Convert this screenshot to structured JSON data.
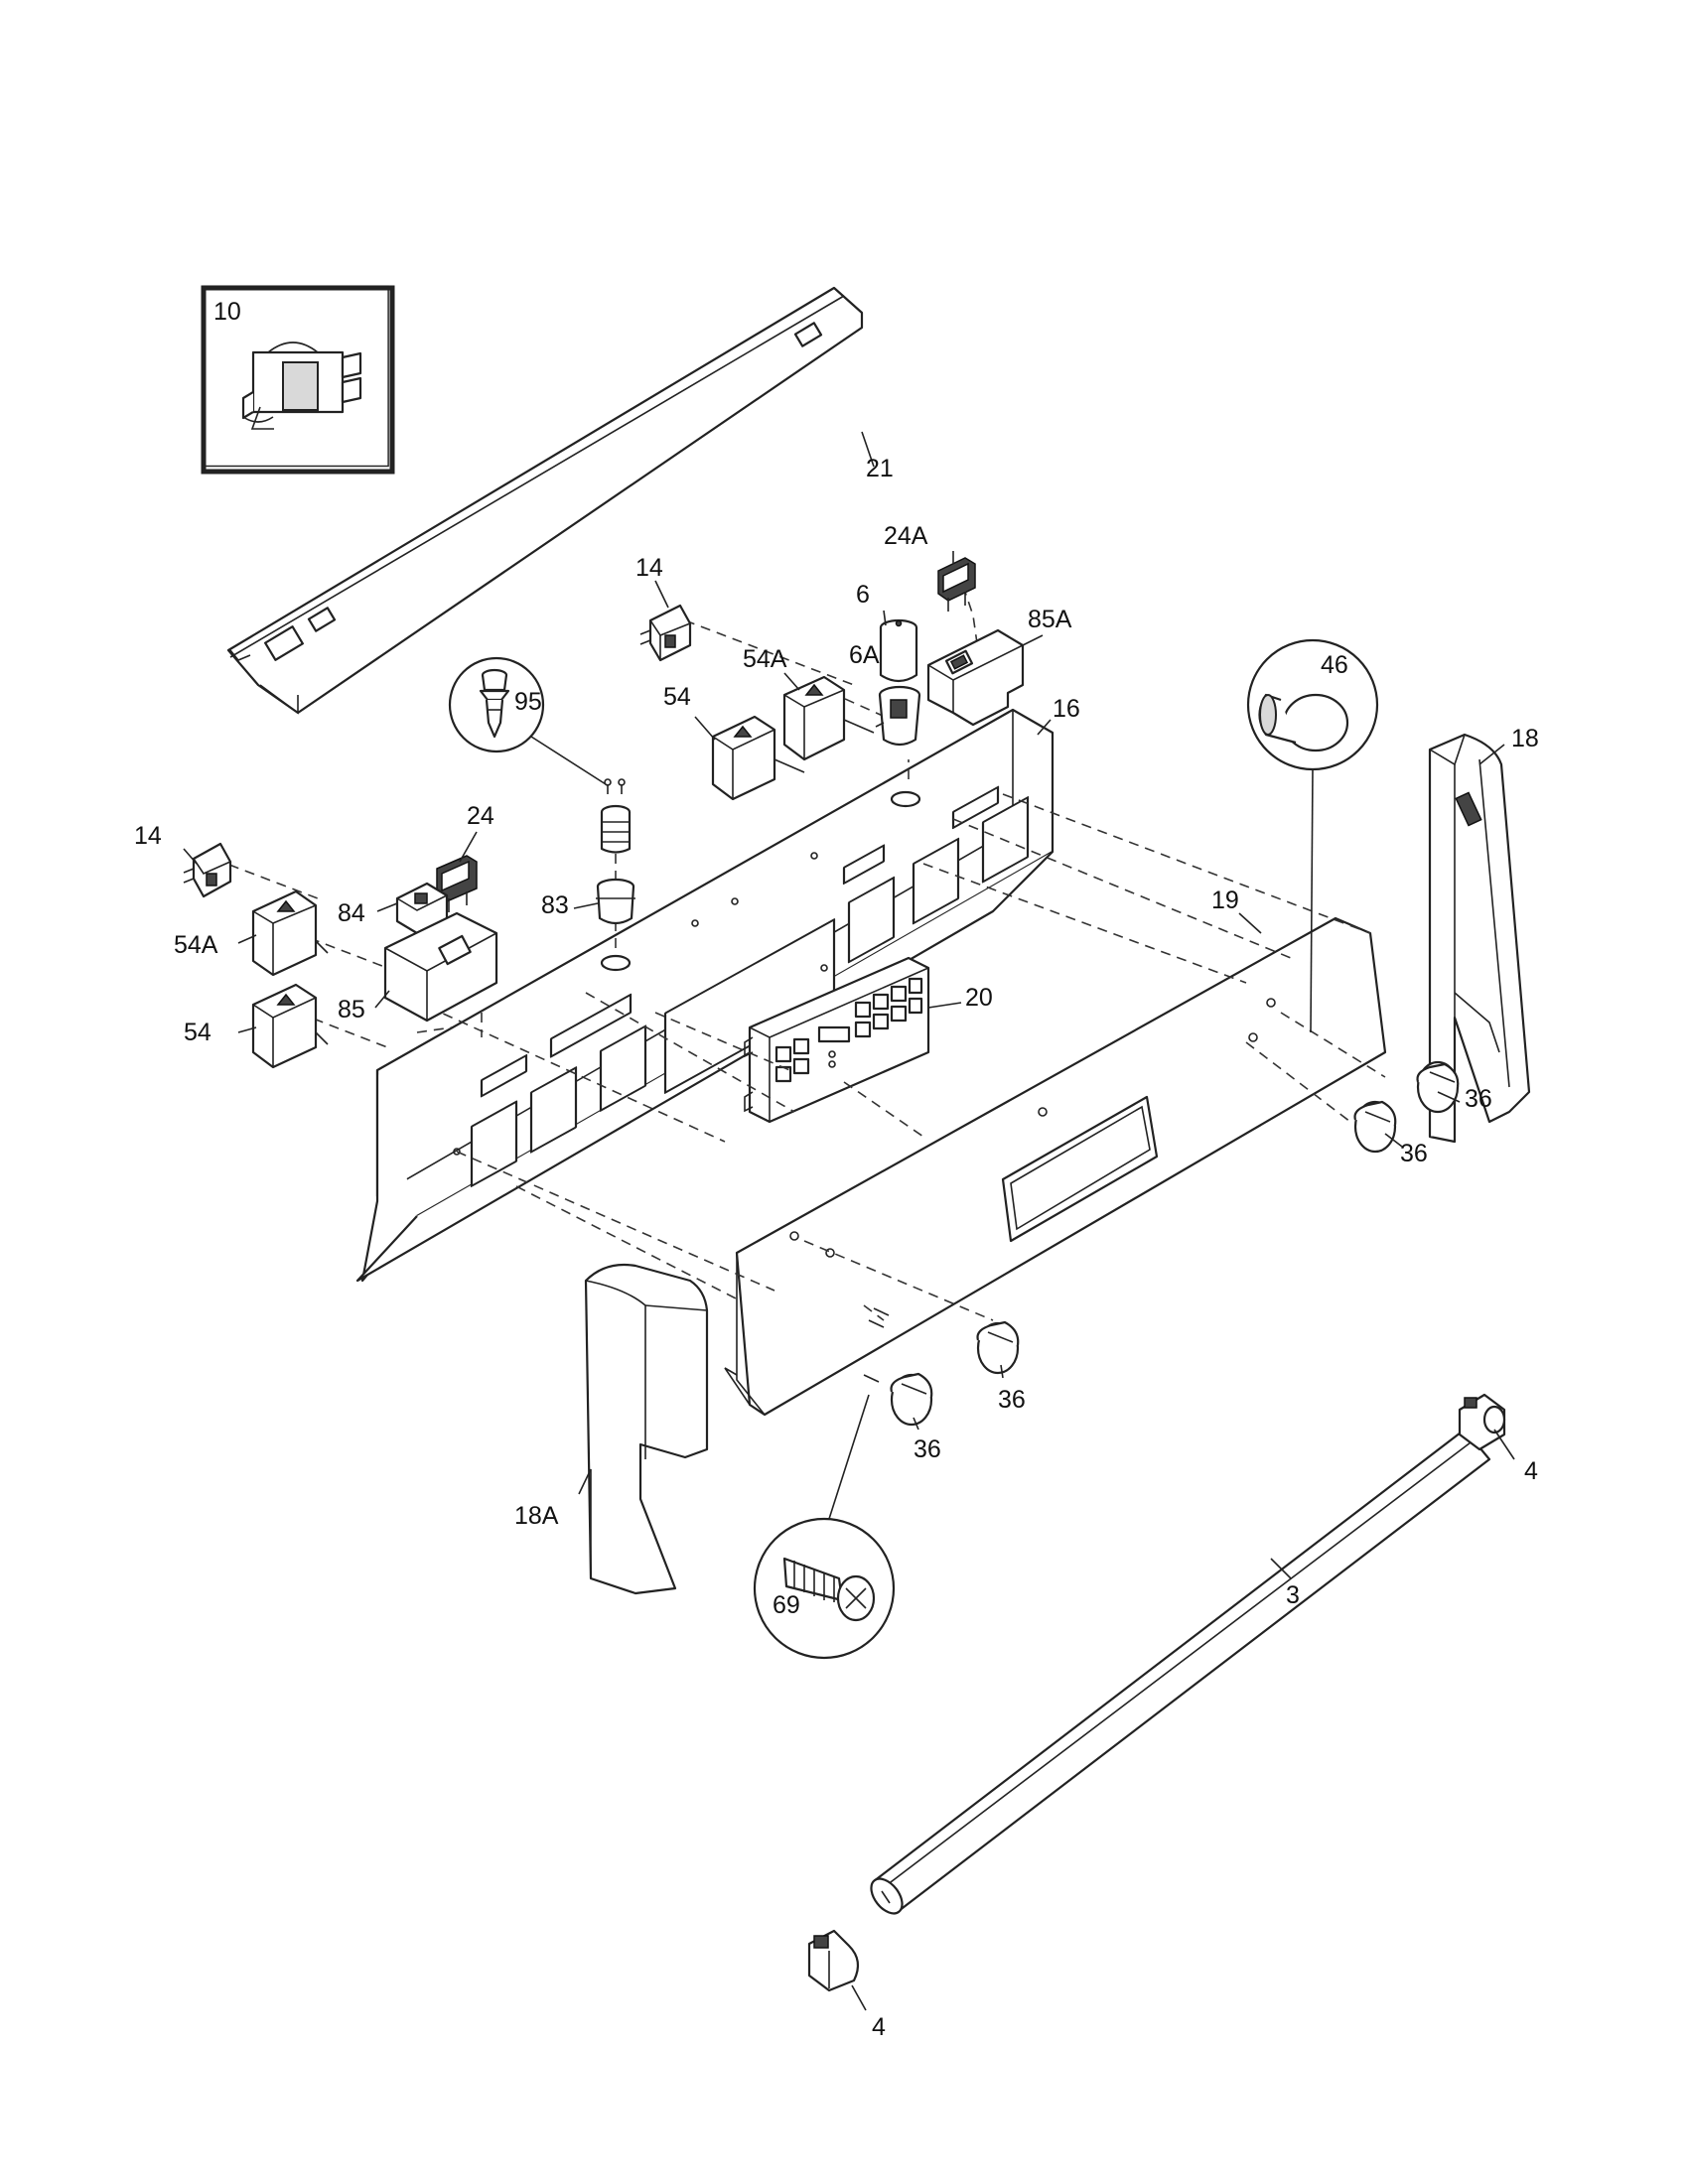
{
  "diagram": {
    "callouts": {
      "p10": "10",
      "p21": "21",
      "p14a": "14",
      "p14b": "14",
      "p24": "24",
      "p24A": "24A",
      "p6": "6",
      "p6A": "6A",
      "p85A": "85A",
      "p54Aa": "54A",
      "p54Ab": "54A",
      "p54a": "54",
      "p54b": "54",
      "p95": "95",
      "p16": "16",
      "p46": "46",
      "p18": "18",
      "p84": "84",
      "p83": "83",
      "p85": "85",
      "p19": "19",
      "p20": "20",
      "p36a": "36",
      "p36b": "36",
      "p36c": "36",
      "p36d": "36",
      "p18A": "18A",
      "p69": "69",
      "p4a": "4",
      "p4b": "4",
      "p3": "3"
    }
  }
}
